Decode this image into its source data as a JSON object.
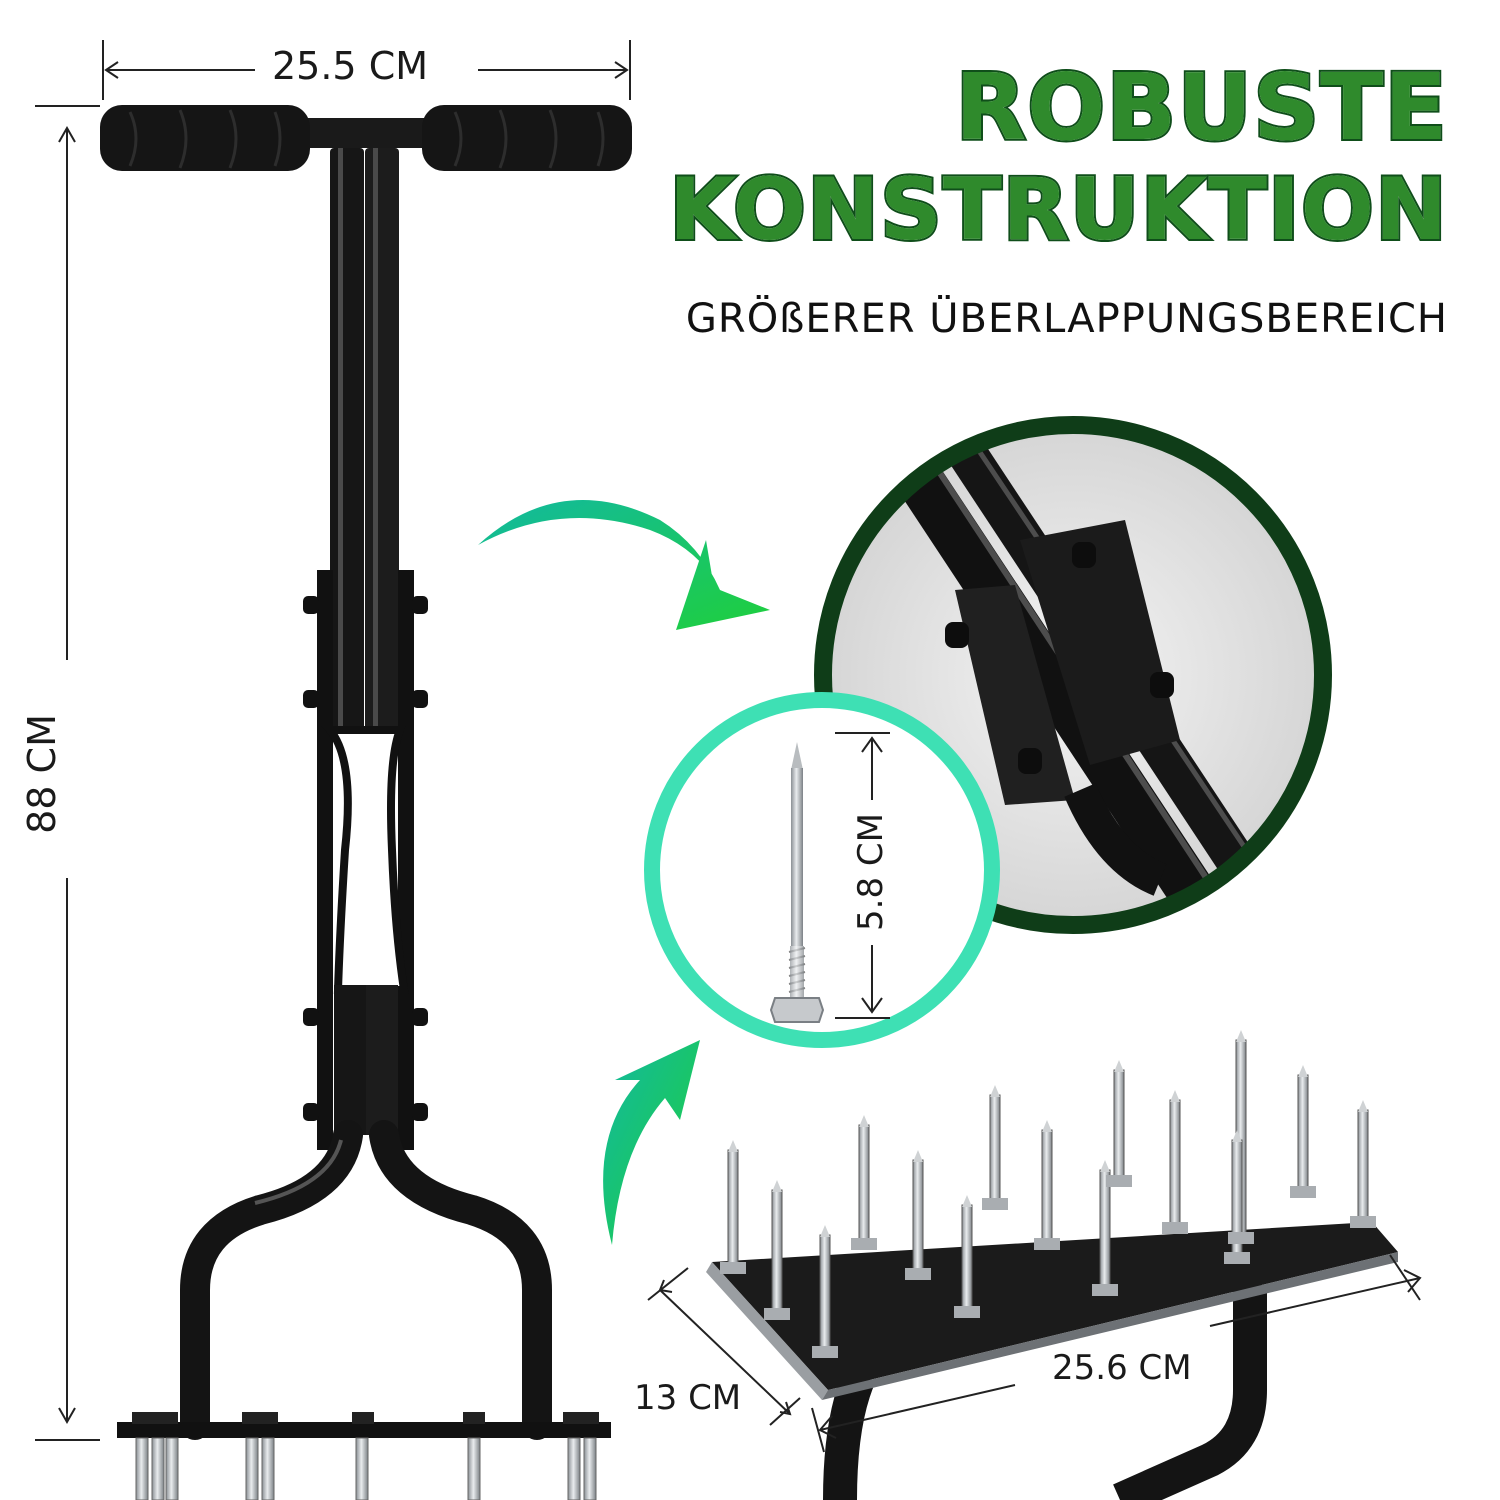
{
  "headline": {
    "line1": "ROBUSTE",
    "line2": "KONSTRUKTION"
  },
  "subheadline": "GRÖßERER ÜBERLAPPUNGSBEREICH",
  "dimensions": {
    "handle_width": "25.5 CM",
    "total_height": "88 CM",
    "spike_length": "5.8 CM",
    "plate_depth": "13 CM",
    "plate_width": "25.6 CM"
  },
  "colors": {
    "headline_fill": "#2f8a2c",
    "headline_outline": "#0f4e1a",
    "arrow_green": "#1fc44a",
    "teal_ring": "#3ee0b4",
    "dark_ring": "#0f3d18",
    "tool_black": "#141414"
  }
}
